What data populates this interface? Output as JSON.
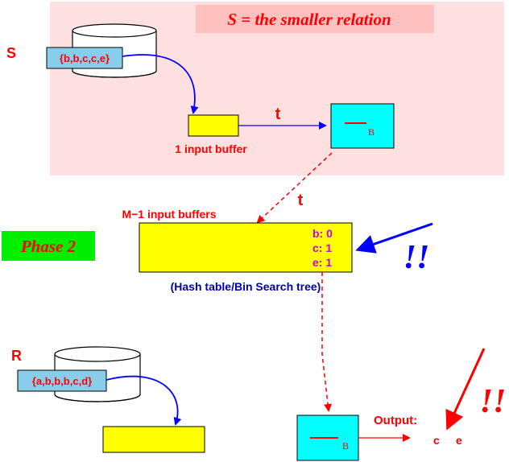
{
  "title_banner": "S = the smaller relation",
  "phase_label": "Phase 2",
  "relation_s": {
    "name": "S",
    "tuples": "{b,b,c,c,e}"
  },
  "relation_r": {
    "name": "R",
    "tuples": "{a,b,b,b,c,d}"
  },
  "input_buffer_label": "1 input buffer",
  "arrow_t_label_1": "t",
  "arrow_t_label_2": "t",
  "buffer_b_subscript": "B",
  "buffer_b_subscript_out": "B",
  "m1_label": "M−1 input buffers",
  "hash_entries": [
    "b: 0",
    "c: 1",
    "e: 1"
  ],
  "hash_caption": "(Hash table/Bin Search tree)",
  "exclaim_blue": "!!",
  "exclaim_red": "!!",
  "output_label": "Output:",
  "output_values": [
    "c",
    "e"
  ],
  "colors": {
    "pink_region": "#ffe0e0",
    "banner": "#ffc0c0",
    "green": "#00ee00",
    "yellow": "#ffff00",
    "cyan": "#00ffff",
    "light_blue": "#87ceeb",
    "red": "#ff0000",
    "blue": "#0000ff",
    "magenta": "#d000d0",
    "dark_blue": "#0000aa"
  }
}
